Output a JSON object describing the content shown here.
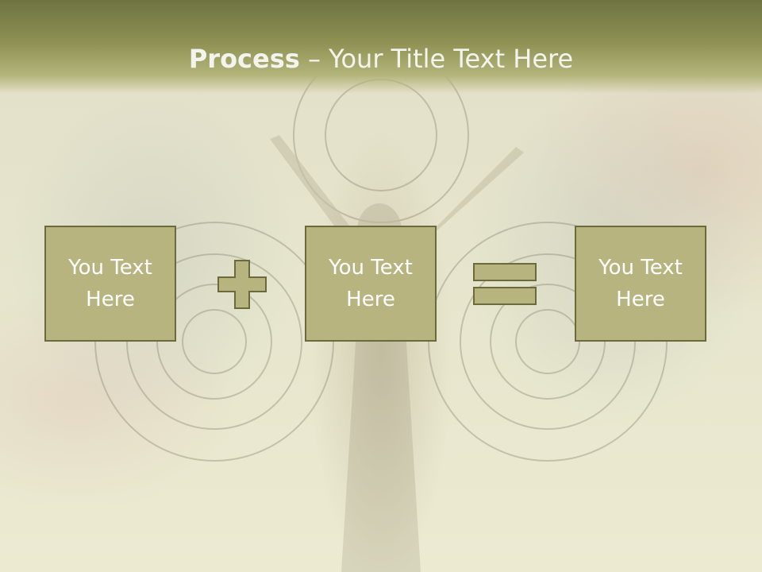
{
  "title": {
    "bold": "Process",
    "separator": " – ",
    "rest": "Your Title Text Here"
  },
  "steps": [
    {
      "line1": "You Text",
      "line2": "Here"
    },
    {
      "line1": "You Text",
      "line2": "Here"
    },
    {
      "line1": "You Text",
      "line2": "Here"
    }
  ],
  "colors": {
    "title_bar": "#8e9153",
    "box_fill": "#b8b47f",
    "box_border": "#6a6a3c",
    "text": "#ffffff"
  },
  "icons": {
    "operator_1": "plus-icon",
    "operator_2": "equals-icon"
  }
}
